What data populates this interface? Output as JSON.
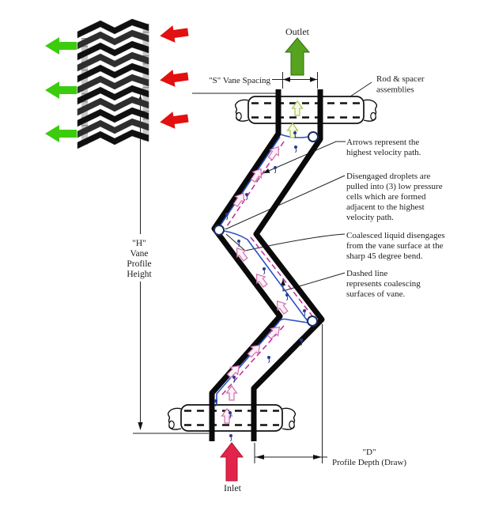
{
  "labels": {
    "outlet": "Outlet",
    "inlet": "Inlet",
    "vane_spacing": "\"S\" Vane Spacing",
    "rod_spacer_1": "Rod & spacer",
    "rod_spacer_2": "assemblies",
    "h_1": "\"H\"",
    "h_2": "Vane",
    "h_3": "Profile",
    "h_4": "Height",
    "d_1": "\"D\"",
    "d_2": "Profile Depth (Draw)"
  },
  "annotations": {
    "velocity": [
      "Arrows represent the",
      "highest velocity path."
    ],
    "droplets": [
      "Disengaged droplets are",
      "pulled into (3) low pressure",
      "cells which are formed",
      "adjacent to the highest",
      "velocity path."
    ],
    "coalesced": [
      "Coalesced liquid disengages",
      "from the vane surface at the",
      "sharp 45 degree bend."
    ],
    "dashed": [
      "Dashed line",
      "represents coalescing",
      "surfaces of vane."
    ]
  },
  "colors": {
    "outlet_arrow": "#56a31f",
    "inlet_arrow": "#e3244a",
    "pack_green_arrow": "#3ccc0e",
    "pack_red_arrow": "#e21010",
    "flow_arrow_pink": "#d070ae",
    "flow_arrow_green": "#a9c35c",
    "coalescing_line_blue": "#2b50c8",
    "coalescing_dash_magenta": "#c02898",
    "droplet_blue": "#2a3a90",
    "vane_black": "#0a0a0a"
  }
}
